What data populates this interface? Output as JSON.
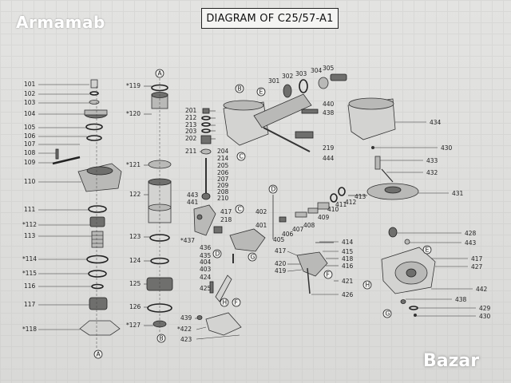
{
  "watermark": "Armamab",
  "title": "DIAGRAM OF C25/57-A1",
  "logo": "Bazar",
  "callouts": [
    "A",
    "B",
    "C",
    "D",
    "E",
    "F",
    "G",
    "H"
  ],
  "parts": {
    "p101": "101",
    "p102": "102",
    "p103": "103",
    "p104": "104",
    "p105": "105",
    "p106": "106",
    "p107": "107",
    "p108": "108",
    "p109": "109",
    "p110": "110",
    "p111": "111",
    "p112": "*112",
    "p113": "113",
    "p114": "*114",
    "p115": "*115",
    "p116": "116",
    "p117": "117",
    "p118": "*118",
    "p119": "*119",
    "p120": "*120",
    "p121": "*121",
    "p122": "122",
    "p123": "123",
    "p124": "124",
    "p125": "125",
    "p126": "126",
    "p127": "*127",
    "p201": "201",
    "p202": "202",
    "p203": "203",
    "p204": "204",
    "p205": "205",
    "p206": "206",
    "p207": "207",
    "p208": "208",
    "p209": "209",
    "p210": "210",
    "p211": "211",
    "p212": "212",
    "p213": "213",
    "p214": "214",
    "p218": "218",
    "p219": "219",
    "p301": "301",
    "p302": "302",
    "p303": "303",
    "p304": "304",
    "p305": "305",
    "p401": "401",
    "p402": "402",
    "p403": "403",
    "p404": "404",
    "p405": "405",
    "p406": "406",
    "p407": "407",
    "p408": "408",
    "p409": "409",
    "p410": "410",
    "p411": "411",
    "p412": "412",
    "p413": "413",
    "p414": "414",
    "p415": "415",
    "p416": "416",
    "p417": "417",
    "p418": "418",
    "p419": "419",
    "p420": "420",
    "p421": "421",
    "p422": "*422",
    "p423": "423",
    "p424": "424",
    "p425": "425",
    "p426": "426",
    "p427": "427",
    "p428": "428",
    "p429": "429",
    "p430": "430",
    "p431": "431",
    "p432": "432",
    "p433": "433",
    "p434": "434",
    "p435": "435",
    "p436": "436",
    "p437": "*437",
    "p438": "438",
    "p439": "439",
    "p440": "440",
    "p441": "441",
    "p442": "442",
    "p443": "443",
    "p444": "444"
  }
}
